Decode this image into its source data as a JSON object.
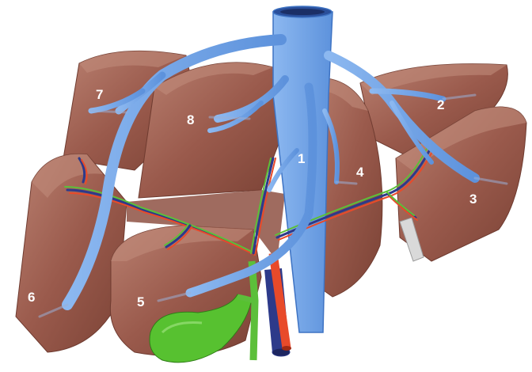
{
  "diagram": {
    "segments": [
      {
        "id": "segment-1",
        "label": "1"
      },
      {
        "id": "segment-2",
        "label": "2"
      },
      {
        "id": "segment-3",
        "label": "3"
      },
      {
        "id": "segment-4",
        "label": "4"
      },
      {
        "id": "segment-5",
        "label": "5"
      },
      {
        "id": "segment-6",
        "label": "6"
      },
      {
        "id": "segment-7",
        "label": "7"
      },
      {
        "id": "segment-8",
        "label": "8"
      }
    ]
  },
  "colors": {
    "liver": "#9a5a4c",
    "liver_light": "#b77b6b",
    "liver_dark": "#6f3b30",
    "hepatic_vein": "#6fa2e6",
    "hepatic_vein_dark": "#3e73c3",
    "portal_vein": "#2d3a8a",
    "hepatic_artery": "#e84a2a",
    "bile_duct": "#5cbf3a",
    "gallbladder": "#57c130",
    "ligament": "#d9d9d9"
  }
}
